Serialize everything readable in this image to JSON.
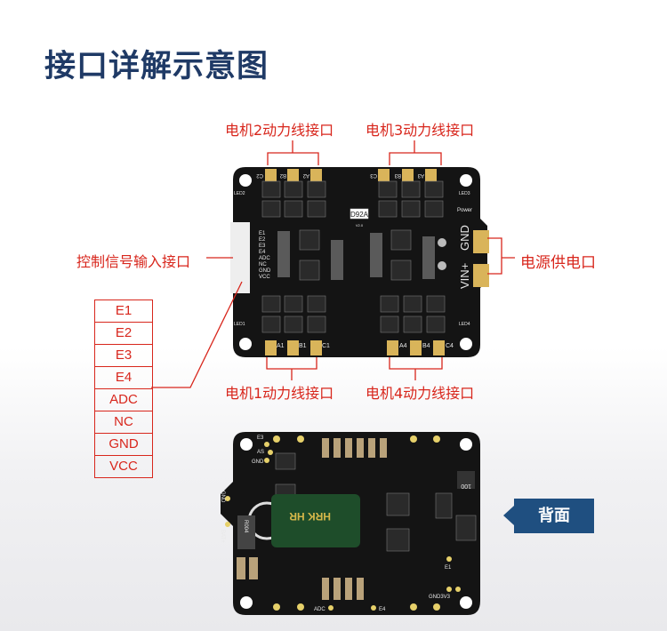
{
  "title": "接口详解示意图",
  "labels": {
    "motor2": "电机2动力线接口",
    "motor3": "电机3动力线接口",
    "motor1": "电机1动力线接口",
    "motor4": "电机4动力线接口",
    "control": "控制信号输入接口",
    "power": "电源供电口"
  },
  "pin_table": [
    "E1",
    "E2",
    "E3",
    "E4",
    "ADC",
    "NC",
    "GND",
    "VCC"
  ],
  "back_badge": "背面",
  "front_silk": {
    "model": "D92A",
    "version": "V2.0",
    "gnd": "GND",
    "vin": "VIN+",
    "top_pads": [
      "C2",
      "B2",
      "A2",
      "C3",
      "B3",
      "A3"
    ],
    "bottom_pads": [
      "A1",
      "B1",
      "C1",
      "A4",
      "B4",
      "C4"
    ],
    "leds": [
      "LED2",
      "LED3",
      "Power",
      "LED1",
      "LED4"
    ]
  },
  "back_silk": {
    "e3": "E3",
    "as": "AS",
    "gnd": "GND",
    "gnd2": "GND",
    "bat": "BAT+",
    "adc": "ADC",
    "e4": "E4",
    "e1": "E1",
    "gnd3v3": "GND3V3",
    "cap": "HRK  HR",
    "res": "R004",
    "ind": "100"
  },
  "colors": {
    "title": "#1f3a66",
    "accent": "#d8261c",
    "badge": "#1f4f80",
    "pcb": "#141414",
    "pad": "#d9b45a"
  }
}
